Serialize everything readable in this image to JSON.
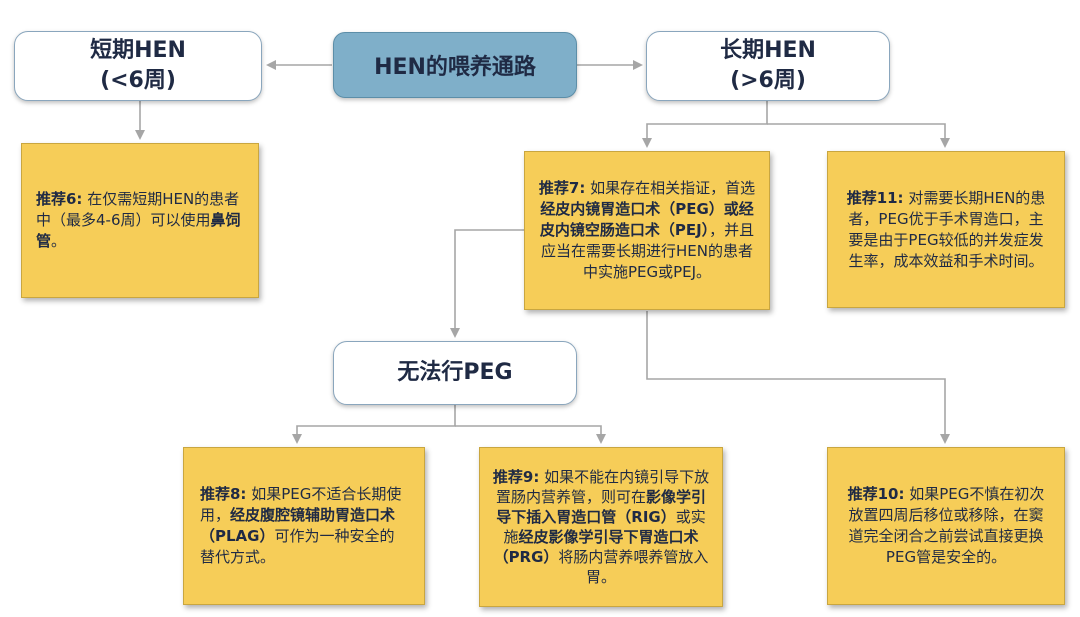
{
  "root": {
    "title": "HEN的喂养通路"
  },
  "short_term": {
    "line1": "短期HEN",
    "line2": "(<6周)"
  },
  "long_term": {
    "line1": "长期HEN",
    "line2": "(>6周)"
  },
  "no_peg": {
    "title": "无法行PEG"
  },
  "rec6": {
    "label": "推荐6:",
    "text1": " 在仅需短期HEN的患者中（最多4-6周）可以使用",
    "emph1": "鼻饲管",
    "text2": "。"
  },
  "rec7": {
    "label": "推荐7:",
    "text1": " 如果存在相关指证，首选",
    "emph1": "经皮内镜胃造口术（PEG）或经皮内镜空肠造口术（PEJ）",
    "text2": "，并且应当在需要长期进行HEN的患者中实施PEG或PEJ。"
  },
  "rec11": {
    "label": "推荐11:",
    "text1": " 对需要长期HEN的患者，PEG优于手术胃造口，主要是由于PEG较低的并发症发生率，成本效益和手术时间。"
  },
  "rec8": {
    "label": "推荐8:",
    "text1": " 如果PEG不适合长期使用，",
    "emph1": "经皮腹腔镜辅助胃造口术（PLAG）",
    "text2": "可作为一种安全的替代方式。"
  },
  "rec9": {
    "label": "推荐9:",
    "text1": " 如果不能在内镜引导下放置肠内营养管，则可在",
    "emph1": "影像学引导下插入胃造口管（RIG）",
    "text2": "或实施",
    "emph2": "经皮影像学引导下胃造口术（PRG）",
    "text3": "将肠内营养喂养管放入胃。"
  },
  "rec10": {
    "label": "推荐10:",
    "text1": " 如果PEG不慎在初次放置四周后移位或移除，在窦道完全闭合之前尝试直接更换PEG管是安全的。"
  },
  "colors": {
    "root_fill": "#7fafc9",
    "recommendation_fill": "#f6cd58",
    "connector": "#a6a6a6",
    "text": "#1f2a44"
  }
}
